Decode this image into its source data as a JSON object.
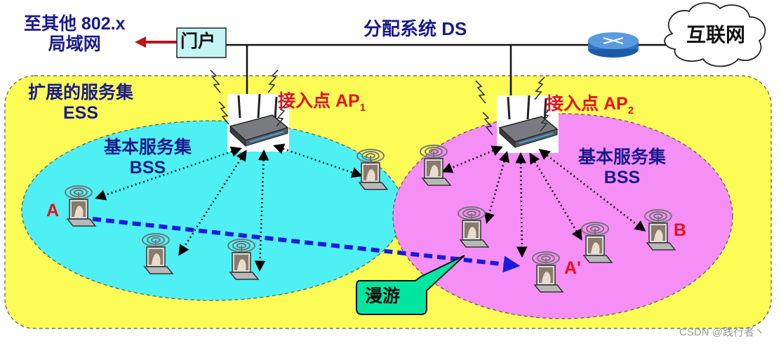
{
  "title": "分配系统 DS",
  "other_lan_line1": "至其他 802.x",
  "other_lan_line2": "局域网",
  "portal": "门户",
  "internet": "互联网",
  "ess_line1": "扩展的服务集",
  "ess_line2": "ESS",
  "bss_left_line1": "基本服务集",
  "bss_left_line2": "BSS",
  "bss_right_line1": "基本服务集",
  "bss_right_line2": "BSS",
  "ap1_prefix": "接入点 AP",
  "ap1_sub": "1",
  "ap2_prefix": "接入点 AP",
  "ap2_sub": "2",
  "station_a": "A",
  "station_a_prime": "A'",
  "station_b": "B",
  "roaming": "漫游",
  "watermark": "CSDN @践行者丶",
  "colors": {
    "ess": "#fdfc56",
    "bss_left": "#4ef0f4",
    "bss_right": "#f58ef5",
    "portal": "#c5f4f4",
    "roaming": "#00e6a0",
    "roam_arrow": "#1a1adc"
  }
}
